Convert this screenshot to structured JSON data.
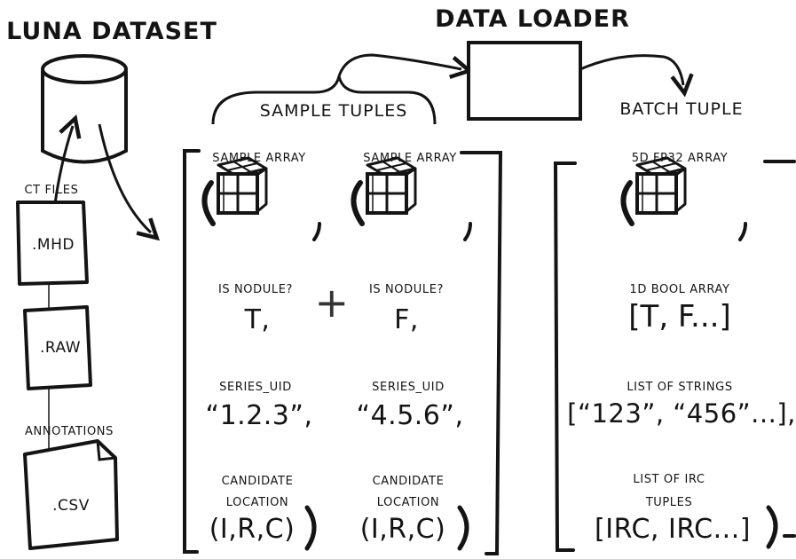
{
  "titles": {
    "luna_dataset": "LUNA DATASET",
    "data_loader": "DATA LOADER",
    "sample_tuples": "SAMPLE TUPLES",
    "batch_tuple": "BATCH TUPLE"
  },
  "files": {
    "ct_files": "CT FILES",
    "mhd": ".MHD",
    "raw": ".RAW",
    "annotations": "ANNOTATIONS",
    "csv": ".CSV"
  },
  "sample_tuples": [
    {
      "array_label": "SAMPLE ARRAY",
      "is_nodule_label": "IS NODULE?",
      "is_nodule_value": "T,",
      "series_uid_label": "SERIES_UID",
      "series_uid_value": "“1.2.3”,",
      "candidate_label": "CANDIDATE",
      "location_label": "LOCATION",
      "location_value": "(I,R,C)"
    },
    {
      "array_label": "SAMPLE ARRAY",
      "is_nodule_label": "IS NODULE?",
      "is_nodule_value": "F,",
      "series_uid_label": "SERIES_UID",
      "series_uid_value": "“4.5.6”,",
      "candidate_label": "CANDIDATE",
      "location_label": "LOCATION",
      "location_value": "(I,R,C)"
    }
  ],
  "batch_tuple": {
    "array_label": "5D FP32 ARRAY",
    "bool_label": "1D BOOL ARRAY",
    "bool_value": "[T, F...]",
    "strings_label": "LIST OF STRINGS",
    "strings_value": "[“123”, “456”...],",
    "irc_label_1": "LIST OF IRC",
    "irc_label_2": "TUPLES",
    "irc_value": "[IRC, IRC...]"
  },
  "plus_sign": "+"
}
